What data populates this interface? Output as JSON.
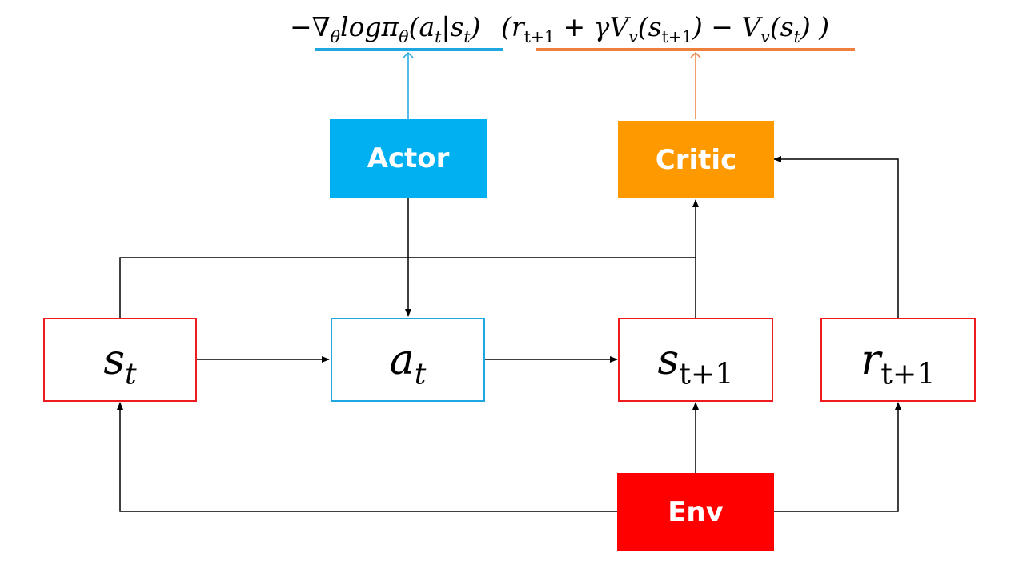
{
  "colors": {
    "actor": "#00b0f0",
    "critic": "#ff9900",
    "env": "#ff0000",
    "state_border": "#ee1c1c",
    "action_border": "#1ea7e1",
    "actor_underline": "#1ea7e1",
    "critic_underline": "#ee7f3c",
    "arrow": "#000000"
  },
  "formula": {
    "actor_term": "−∇θ logπθ(at|st)",
    "critic_term": "(rt+1 + γVv(st+1) − Vv(st) )"
  },
  "blocks": {
    "actor": "Actor",
    "critic": "Critic",
    "env": "Env"
  },
  "variables": {
    "s_t": "st",
    "a_t": "at",
    "s_t1": "st+1",
    "r_t1": "rt+1"
  }
}
